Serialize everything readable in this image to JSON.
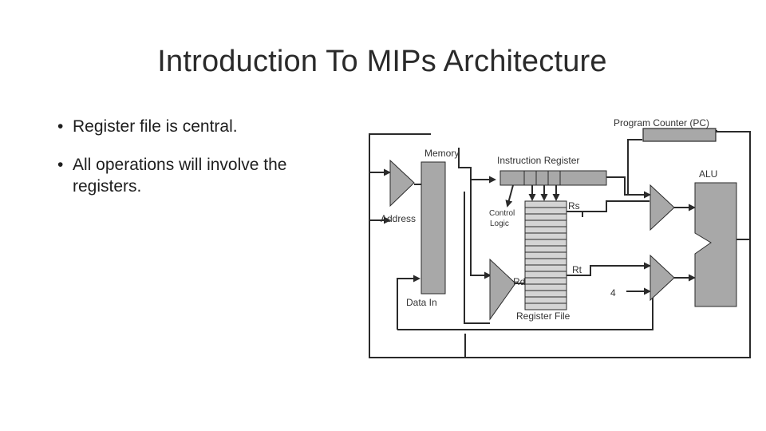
{
  "slide": {
    "title": "Introduction To MIPs Architecture",
    "bullets": [
      "Register file is central.",
      "All operations will involve the registers."
    ]
  },
  "diagram": {
    "labels": {
      "program_counter": "Program Counter (PC)",
      "memory": "Memory",
      "instruction_register": "Instruction Register",
      "alu": "ALU",
      "address": "Address",
      "control_logic_line1": "Control",
      "control_logic_line2": "Logic",
      "rs": "Rs",
      "rt": "Rt",
      "rd": "Rd",
      "data_in": "Data In",
      "register_file": "Register File",
      "constant_four": "4"
    },
    "colors": {
      "block_fill": "#a8a8a8",
      "wire": "#2a2a2a",
      "text": "#333333"
    }
  }
}
